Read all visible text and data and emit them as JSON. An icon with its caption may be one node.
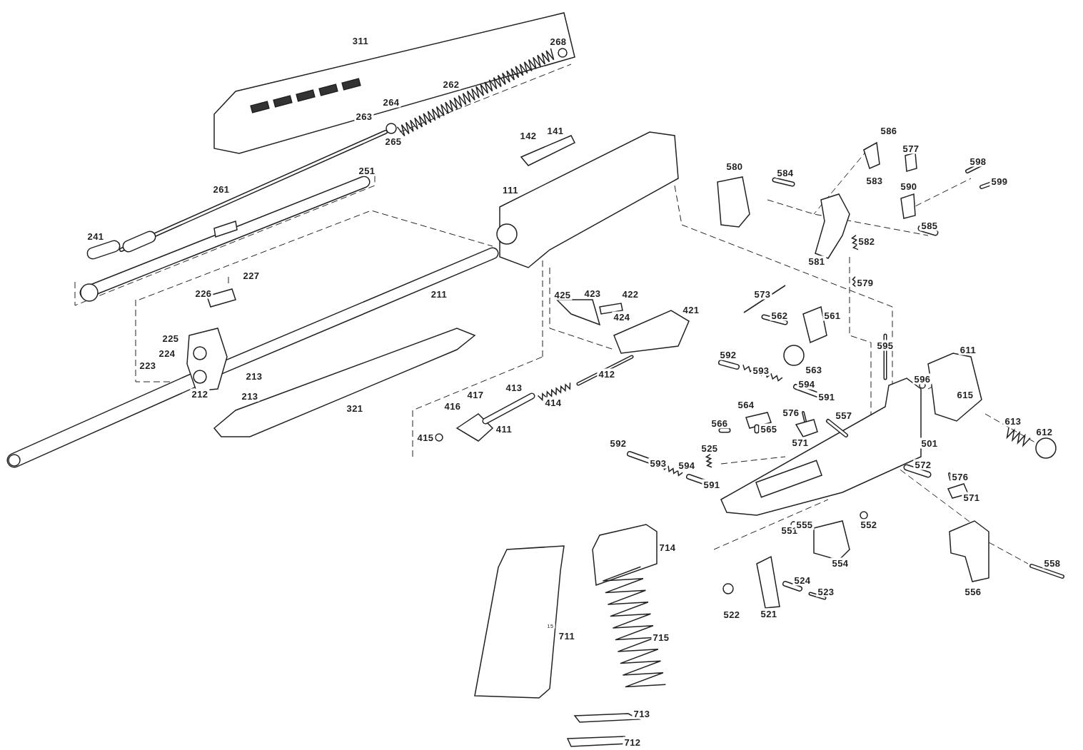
{
  "diagram": {
    "labels": [
      "311",
      "268",
      "262",
      "264",
      "263",
      "265",
      "142",
      "141",
      "251",
      "261",
      "111",
      "580",
      "584",
      "586",
      "577",
      "583",
      "598",
      "599",
      "590",
      "585",
      "581",
      "582",
      "579",
      "241",
      "227",
      "226",
      "211",
      "425",
      "423",
      "422",
      "424",
      "421",
      "573",
      "562",
      "561",
      "225",
      "224",
      "223",
      "213",
      "212",
      "213",
      "321",
      "563",
      "595",
      "611",
      "592",
      "593",
      "594",
      "591",
      "596",
      "615",
      "412",
      "413",
      "417",
      "416",
      "414",
      "411",
      "415",
      "564",
      "576",
      "557",
      "566",
      "565",
      "613",
      "612",
      "592",
      "525",
      "571",
      "501",
      "593",
      "594",
      "591",
      "572",
      "576",
      "571",
      "551",
      "555",
      "552",
      "714",
      "554",
      "558",
      "524",
      "523",
      "556",
      "522",
      "521",
      "15",
      "711",
      "715",
      "713",
      "712"
    ]
  }
}
